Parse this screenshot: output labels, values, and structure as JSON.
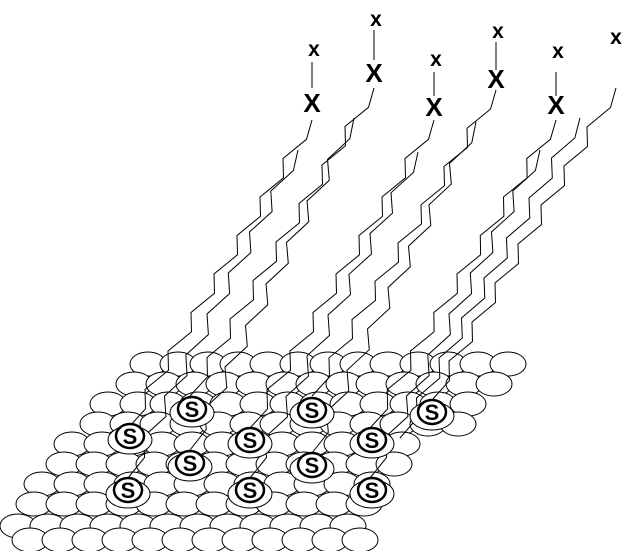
{
  "diagram": {
    "substrate_symbol": "",
    "headgroup_label": "S",
    "endgroup_major_label": "X",
    "endgroup_minor_label": "x",
    "line_color": "#000000",
    "background_color": "#ffffff"
  }
}
